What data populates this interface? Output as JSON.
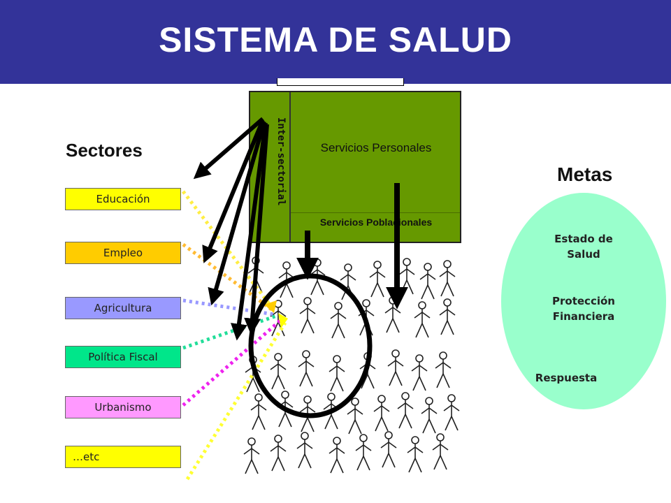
{
  "header": {
    "title": "SISTEMA DE SALUD",
    "bg_color": "#333399"
  },
  "system_box": {
    "bg_color": "#669900",
    "vertical_label": "Inter-sectorial",
    "personal_services": "Servicios Personales",
    "population_services": "Servicios Poblacionales"
  },
  "sectors": {
    "title": "Sectores",
    "items": [
      {
        "label": "Educación",
        "color": "#ffff00",
        "line_color": "#ffee44"
      },
      {
        "label": "Empleo",
        "color": "#ffcc00",
        "line_color": "#ffbb33"
      },
      {
        "label": "Agricultura",
        "color": "#9999ff",
        "line_color": "#9999ff"
      },
      {
        "label": "Política Fiscal",
        "color": "#00e68a",
        "line_color": "#22dd99"
      },
      {
        "label": "Urbanismo",
        "color": "#ff99ff",
        "line_color": "#ee22ee"
      },
      {
        "label": "…etc",
        "color": "#ffff00",
        "line_color": "#ffff33"
      }
    ]
  },
  "goals": {
    "title": "Metas",
    "bg_color": "#99ffcc",
    "items": [
      "Estado de Salud",
      "Protección Financiera",
      "Respuesta"
    ]
  }
}
